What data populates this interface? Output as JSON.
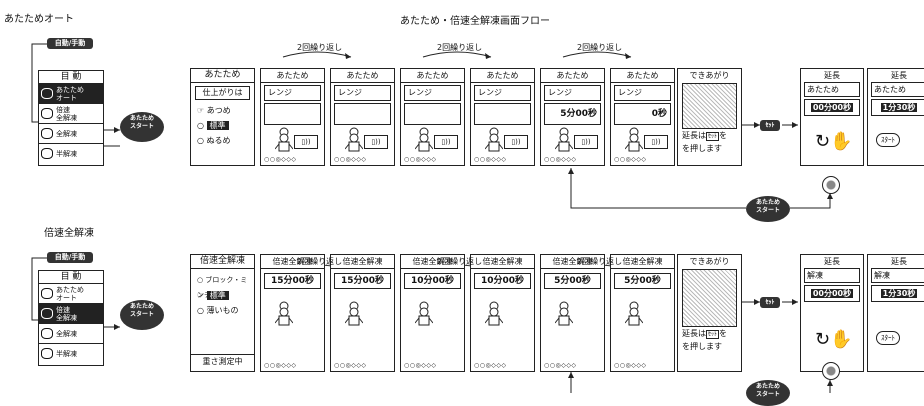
{
  "titles": {
    "section1": "あたためオート",
    "section2": "倍速全解凍",
    "flow": "あたため・倍速全解凍画面フロー"
  },
  "auto_manual": "自動/手動",
  "start_oval": "あたため\nスタート",
  "menu": {
    "title": "目 動",
    "items": [
      {
        "label": "あたため\nオート",
        "icon": "bowl-icon"
      },
      {
        "label": "倍速\n全解凍",
        "icon": "fish-icon"
      },
      {
        "label": "全解凍",
        "icon": "fish-icon"
      },
      {
        "label": "半解凍",
        "icon": "meat-icon"
      }
    ]
  },
  "repeat_label": "2回繰り返し",
  "row1": {
    "select": {
      "title": "あたため",
      "heading": "仕上がりは",
      "options": [
        "あつめ",
        "標準",
        "ぬるめ"
      ],
      "selected": 1
    },
    "screens": [
      {
        "title": "あたため",
        "sub": "レンジ",
        "time": ""
      },
      {
        "title": "あたため",
        "sub": "レンジ",
        "time": ""
      },
      {
        "title": "あたため",
        "sub": "レンジ",
        "time": ""
      },
      {
        "title": "あたため",
        "sub": "レンジ",
        "time": ""
      },
      {
        "title": "あたため",
        "sub": "レンジ",
        "time": "5分00秒"
      },
      {
        "title": "あたため",
        "sub": "レンジ",
        "time": "0秒"
      }
    ],
    "done": {
      "title": "できあがり",
      "text1": "延長は",
      "text1b": "を",
      "set": "ｾｯﾄ",
      "text2": "を押します"
    },
    "ext": [
      {
        "title": "延長",
        "sub": "あたため",
        "time": "00分00秒"
      },
      {
        "title": "延長",
        "sub": "あたため",
        "time": "1分30秒"
      }
    ]
  },
  "row2": {
    "select": {
      "title": "倍速全解凍",
      "options": [
        "ブロック・ミンチ",
        "標準",
        "薄いもの"
      ],
      "selected": 1,
      "footer": "重さ測定中"
    },
    "screens": [
      {
        "title": "倍速全解凍",
        "time": "15分00秒"
      },
      {
        "title": "倍速全解凍",
        "time": "15分00秒"
      },
      {
        "title": "倍速全解凍",
        "time": "10分00秒"
      },
      {
        "title": "倍速全解凍",
        "time": "10分00秒"
      },
      {
        "title": "倍速全解凍",
        "time": "5分00秒"
      },
      {
        "title": "倍速全解凍",
        "time": "5分00秒"
      }
    ],
    "done": {
      "title": "できあがり",
      "text1": "延長は",
      "text1b": "を",
      "set": "ｾｯﾄ",
      "text2": "を押します"
    },
    "ext": [
      {
        "title": "延長",
        "sub": "解凍",
        "time": "00分00秒"
      },
      {
        "title": "延長",
        "sub": "解凍",
        "time": "1分30秒"
      }
    ]
  },
  "set_button": "ｾｯﾄ",
  "start_small": "ｽﾀｰﾄ",
  "progress_dots": "○○◎◇◇◇"
}
